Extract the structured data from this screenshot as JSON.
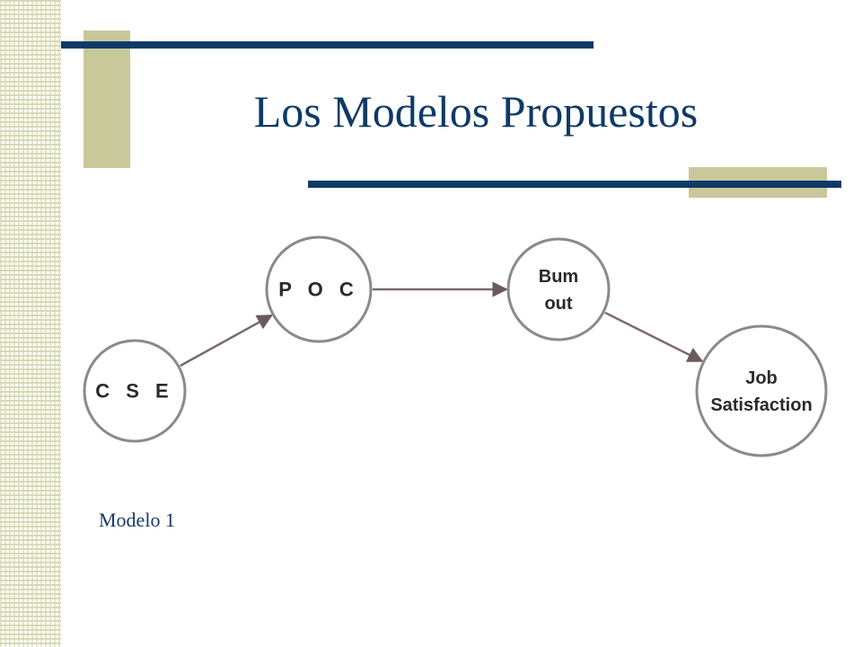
{
  "slide": {
    "title": "Los Modelos Propuestos",
    "caption": "Modelo 1"
  },
  "colors": {
    "title": "#0e3a66",
    "accent_line": "#0e3a66",
    "accent_block": "#c8c89a",
    "stripes": "#d9d9b5"
  },
  "diagram": {
    "nodes": [
      {
        "id": "cse",
        "lines": [
          "C S E"
        ]
      },
      {
        "id": "poc",
        "lines": [
          "P O C"
        ]
      },
      {
        "id": "burnout",
        "lines": [
          "Bum",
          "out"
        ]
      },
      {
        "id": "job",
        "lines": [
          "Job",
          "Satisfaction"
        ]
      }
    ],
    "edges": [
      {
        "from": "cse",
        "to": "poc"
      },
      {
        "from": "poc",
        "to": "burnout"
      },
      {
        "from": "burnout",
        "to": "job"
      }
    ]
  }
}
